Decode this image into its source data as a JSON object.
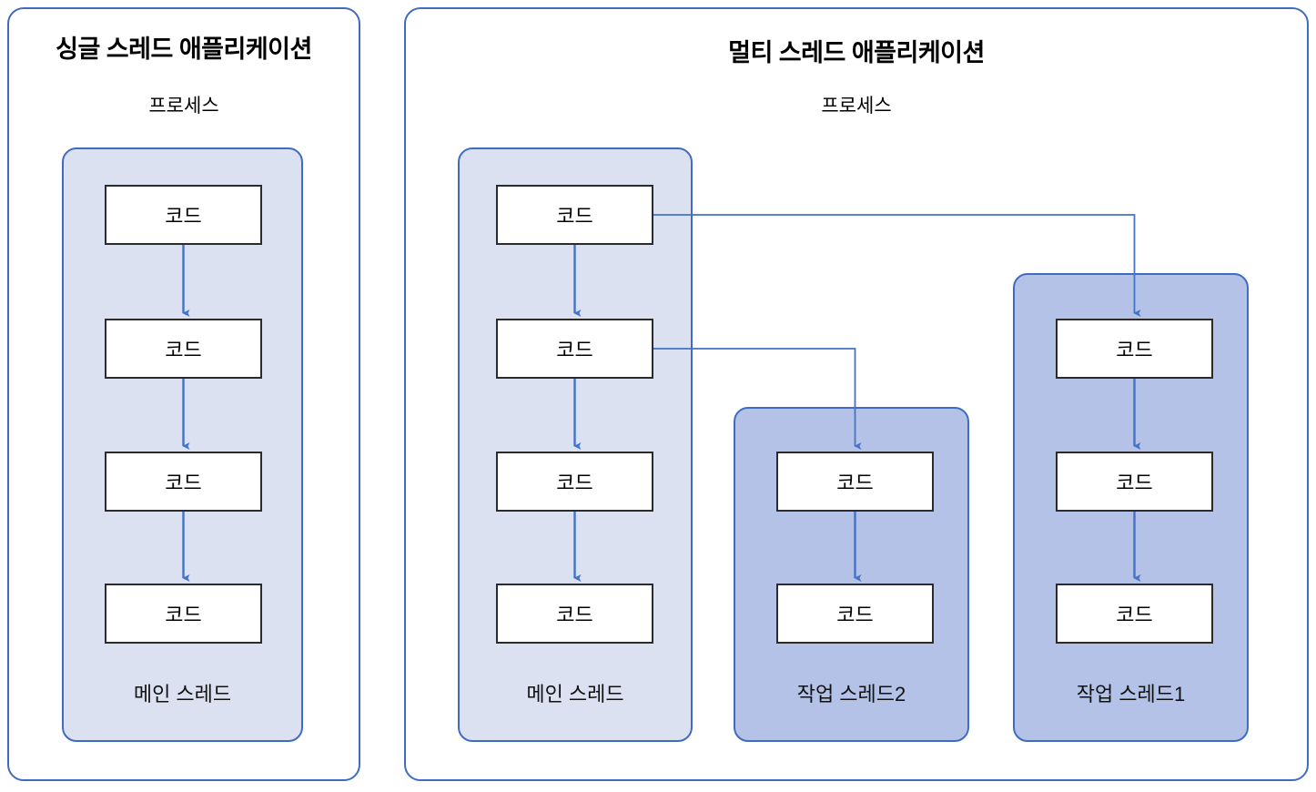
{
  "diagram": {
    "code_label": "코드",
    "process_label": "프로세스",
    "accent_border": "#3f6cc0",
    "arrow_color": "#4472c4",
    "main_thread_fill": "#dce1f2",
    "worker_thread_fill": "#b4c2e7",
    "codebox_border": "#2b2b2b"
  },
  "single": {
    "title": "싱글 스레드 애플리케이션",
    "subtitle": "프로세스",
    "thread": {
      "label": "메인 스레드",
      "blocks": [
        {
          "text": "코드"
        },
        {
          "text": "코드"
        },
        {
          "text": "코드"
        },
        {
          "text": "코드"
        }
      ]
    }
  },
  "multi": {
    "title": "멀티 스레드 애플리케이션",
    "subtitle": "프로세스",
    "threads": [
      {
        "name": "main-thread",
        "label": "메인 스레드",
        "kind": "main",
        "blocks": [
          {
            "text": "코드"
          },
          {
            "text": "코드"
          },
          {
            "text": "코드"
          },
          {
            "text": "코드"
          }
        ]
      },
      {
        "name": "worker-thread-2",
        "label": "작업 스레드2",
        "kind": "worker",
        "blocks": [
          {
            "text": "코드"
          },
          {
            "text": "코드"
          }
        ]
      },
      {
        "name": "worker-thread-1",
        "label": "작업 스레드1",
        "kind": "worker",
        "blocks": [
          {
            "text": "코드"
          },
          {
            "text": "코드"
          },
          {
            "text": "코드"
          }
        ]
      }
    ],
    "spawn_links": [
      {
        "from": "main-block-1",
        "to": "worker-thread-1"
      },
      {
        "from": "main-block-2",
        "to": "worker-thread-2"
      }
    ]
  }
}
